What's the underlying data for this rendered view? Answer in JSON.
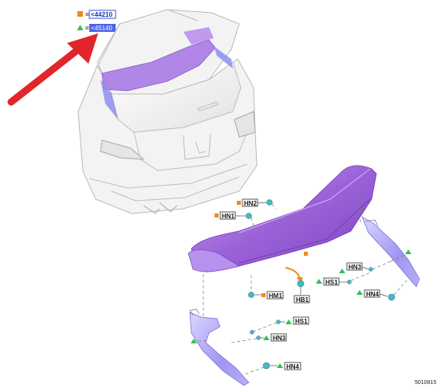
{
  "legend": {
    "orange_code": "<44210",
    "green_code": "<45140"
  },
  "callouts": {
    "hn2": "HN2",
    "hn1": "HN1",
    "hm1": "HM1",
    "hb1": "HB1",
    "hn3_right": "HN3",
    "hs1_right": "HS1",
    "hn4_right": "HN4",
    "hs1_left": "HS1",
    "hn3_left": "HN3",
    "hn4_left": "HN4"
  },
  "figure_id": "5010815",
  "colors": {
    "orange_marker": "#f08a1c",
    "green_marker": "#33c05a",
    "highlight_blue": "#4a62e8",
    "spoiler_purple": "#9a62d6",
    "arrow_red": "#e0262a",
    "clip_teal": "#45b8c6"
  }
}
